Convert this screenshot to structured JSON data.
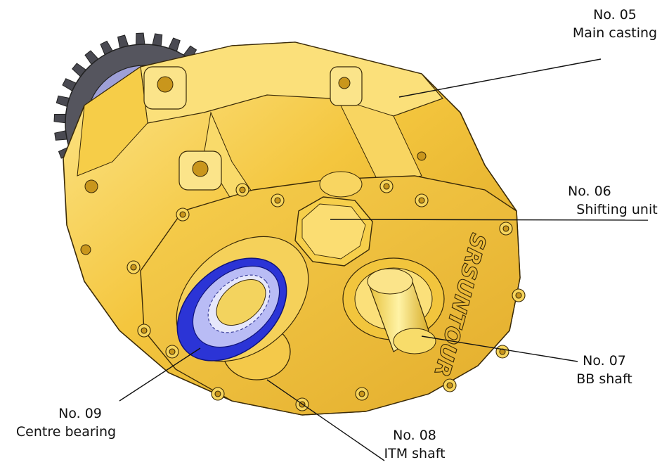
{
  "callouts": [
    {
      "id": "05",
      "number": "No. 05",
      "name": "Main casting"
    },
    {
      "id": "06",
      "number": "No. 06",
      "name": "Shifting unit"
    },
    {
      "id": "07",
      "number": "No. 07",
      "name": "BB shaft"
    },
    {
      "id": "08",
      "number": "No. 08",
      "name": "ITM shaft"
    },
    {
      "id": "09",
      "number": "No. 09",
      "name": "Centre bearing"
    }
  ],
  "casting_logo": "SRSUNTOUR",
  "colors": {
    "casting": "#f2c53d",
    "casting_shadow": "#c9961c",
    "casting_light": "#fbe48a",
    "sprocket": "#4a4a52",
    "bearing": "#2b34d6",
    "bearing_inner": "#b9bcf5",
    "shaft": "#f5e06a",
    "outline": "#3a2a08",
    "leader": "#111111"
  }
}
